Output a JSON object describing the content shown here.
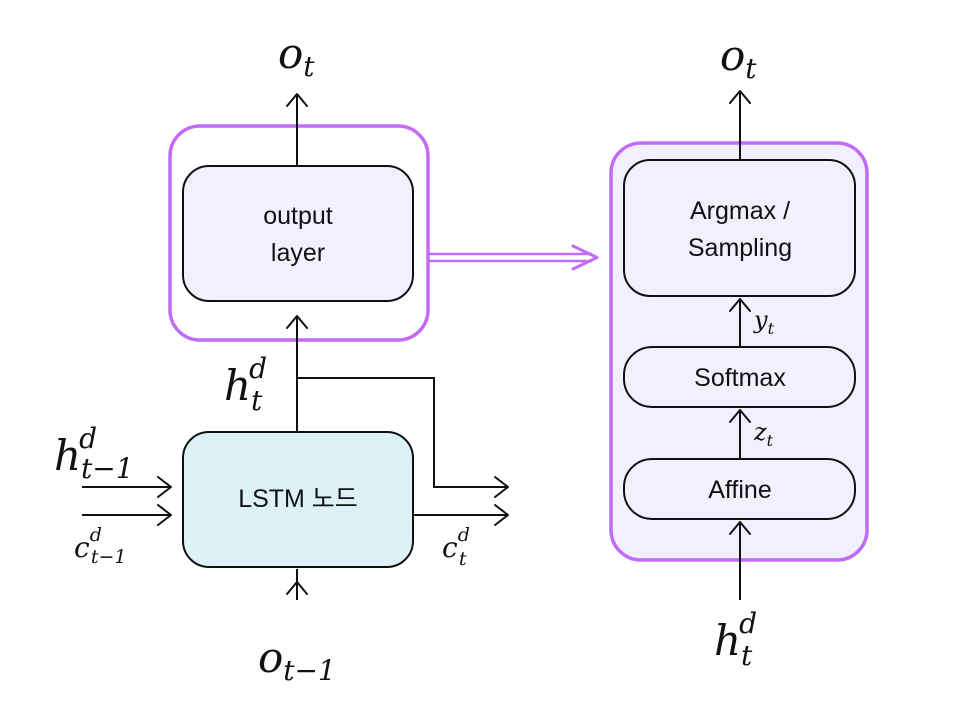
{
  "colors": {
    "accent": "#c26bf7",
    "box_fill": "#f2effe",
    "lstm_fill": "#dcf2f7",
    "stroke": "#111111"
  },
  "left": {
    "output_layer": [
      "output",
      "layer"
    ],
    "lstm_node": "LSTM 노드",
    "o_t": {
      "base": "o",
      "sub": "t"
    },
    "h_t": {
      "base": "h",
      "sup": "d",
      "sub": "t"
    },
    "h_prev": {
      "base": "h",
      "sup": "d",
      "sub": "t−1"
    },
    "c_prev": {
      "base": "c",
      "sup": "d",
      "sub": "t−1"
    },
    "c_t": {
      "base": "c",
      "sup": "d",
      "sub": "t"
    },
    "o_prev": {
      "base": "o",
      "sub": "t−1"
    }
  },
  "right": {
    "argmax": [
      "Argmax /",
      "Sampling"
    ],
    "softmax": "Softmax",
    "affine": "Affine",
    "o_t": {
      "base": "o",
      "sub": "t"
    },
    "y_t": {
      "base": "y",
      "sub": "t"
    },
    "z_t": {
      "base": "z",
      "sub": "t"
    },
    "h_t": {
      "base": "h",
      "sup": "d",
      "sub": "t"
    }
  }
}
